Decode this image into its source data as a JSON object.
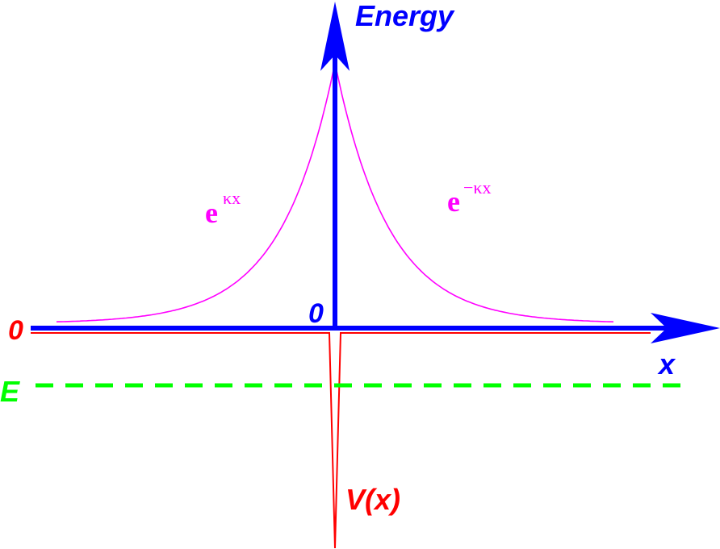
{
  "diagram": {
    "y_axis_label": "Energy",
    "x_axis_label": "x",
    "origin_label": "0",
    "zero_level_label": "0",
    "energy_label": "E",
    "potential_label": "V(x)",
    "left_wave_label": {
      "base": "e",
      "exponent": "κx"
    },
    "right_wave_label": {
      "base": "e",
      "exponent": "−κx"
    }
  },
  "colors": {
    "axes": "#0000ff",
    "wavefunction": "#ff00ff",
    "potential": "#ff0000",
    "energy_level": "#00ff00"
  }
}
